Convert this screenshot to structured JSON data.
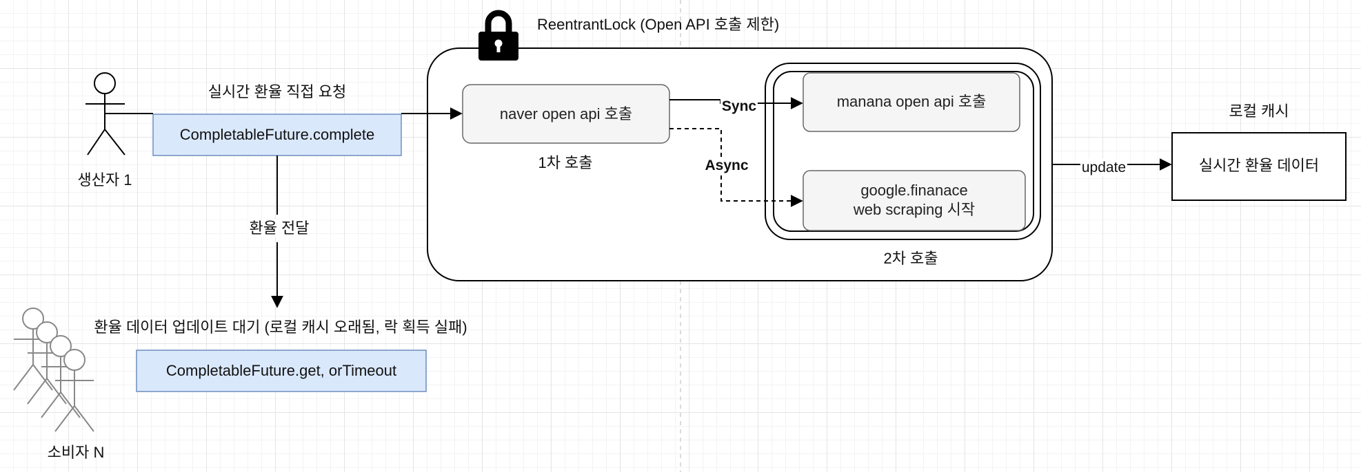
{
  "lock": {
    "title": "ReentrantLock (Open API 호출 제한)",
    "icon": "lock-icon"
  },
  "producer": {
    "label": "생산자 1",
    "request_label": "실시간 환율 직접 요청",
    "method": "CompletableFuture.complete"
  },
  "handoff_label": "환율 전달",
  "consumer": {
    "label": "소비자 N",
    "wait_label": "환율 데이터 업데이트 대기 (로컬 캐시 오래됨, 락 획득 실패)",
    "method": "CompletableFuture.get, orTimeout"
  },
  "first_call": {
    "box": "naver open api 호출",
    "caption": "1차 호출"
  },
  "second_call": {
    "caption": "2차 호출",
    "sync_label": "Sync",
    "async_label": "Async",
    "manana_box": "manana open api 호출",
    "google_box_line1": "google.finanace",
    "google_box_line2": "web scraping 시작"
  },
  "cache": {
    "title": "로컬 캐시",
    "box": "실시간 환율 데이터",
    "update_label": "update"
  },
  "colors": {
    "method_fill": "#dae8fc",
    "method_stroke": "#6c8ebf",
    "api_fill": "#f5f5f5",
    "api_stroke": "#666666",
    "stick_figure_stack": "#888888"
  }
}
